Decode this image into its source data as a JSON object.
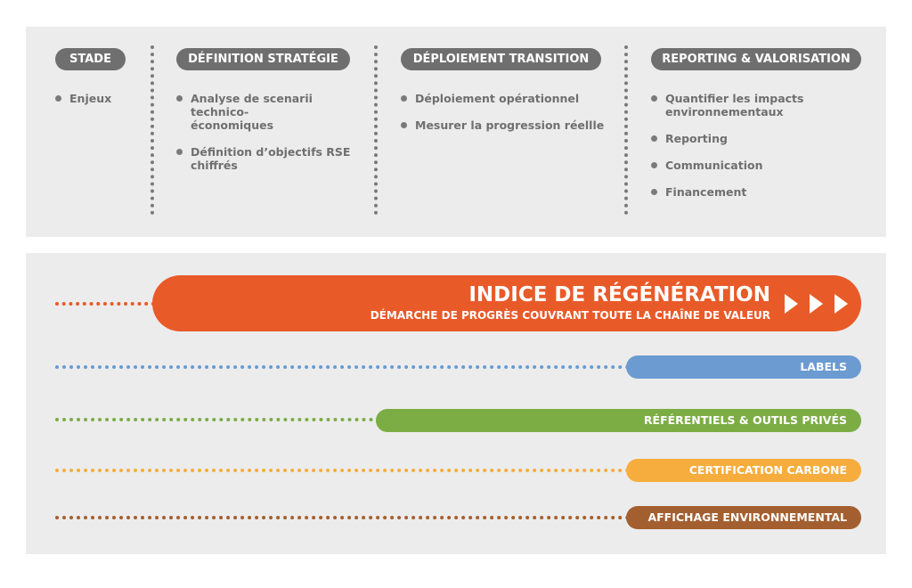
{
  "stages": [
    {
      "label": "STADE",
      "items": [
        "Enjeux"
      ]
    },
    {
      "label": "DÉFINITION STRATÉGIE",
      "items": [
        "Analyse de scenarii technico-économiques",
        "Définition d’objectifs RSE chiffrés"
      ]
    },
    {
      "label": "DÉPLOIEMENT TRANSITION",
      "items": [
        "Déploiement opérationnel",
        "Mesurer la progression réellle"
      ]
    },
    {
      "label": "REPORTING & VALORISATION",
      "items": [
        "Quantifier les impacts environnementaux",
        "Reporting",
        "Communication",
        "Financement"
      ]
    }
  ],
  "main": {
    "title": "INDICE DE RÉGÉNÉRATION",
    "subtitle": "DÉMARCHE DE PROGRÈS COUVRANT TOUTE LA CHAÎNE DE VALEUR",
    "color": "#e95a29"
  },
  "bars": [
    {
      "label": "LABELS",
      "color": "#6b9bd1"
    },
    {
      "label": "RÉFÉRENTIELS & OUTILS  PRIVÉS",
      "color": "#7cad45"
    },
    {
      "label": "CERTIFICATION CARBONE",
      "color": "#f6ad3d"
    },
    {
      "label": "AFFICHAGE ENVIRONNEMENTAL",
      "color": "#a45f30"
    }
  ]
}
